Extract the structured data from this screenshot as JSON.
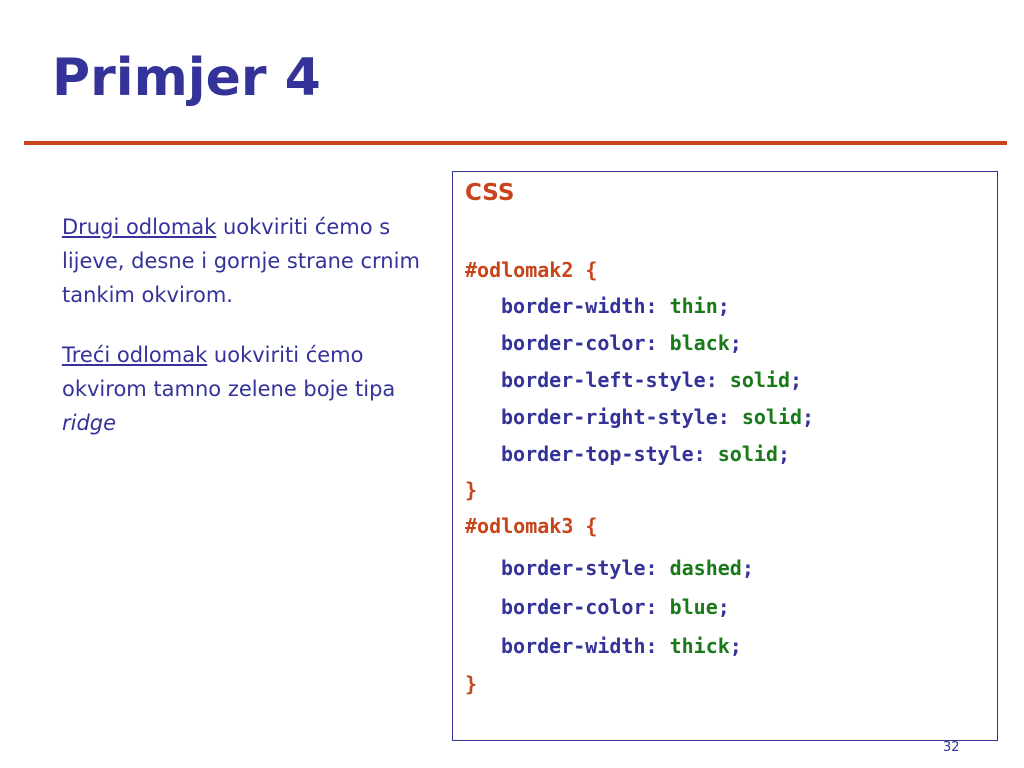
{
  "slide": {
    "title": "Primjer 4",
    "page_number": "32"
  },
  "left": {
    "p1": {
      "lead": "Drugi odlomak",
      "rest": " uokviriti ćemo s lijeve, desne i gornje strane crnim tankim okvirom."
    },
    "p2": {
      "lead": "Treći odlomak",
      "rest": " uokviriti ćemo okvirom tamno zelene boje tipa ",
      "em": "ridge"
    }
  },
  "code": {
    "heading": "CSS",
    "block1": {
      "selector": "#odlomak2 {",
      "rules": [
        {
          "prop": "border-width: ",
          "val": "thin",
          "end": ";"
        },
        {
          "prop": "border-color: ",
          "val": "black",
          "end": ";"
        },
        {
          "prop": "border-left-style: ",
          "val": "solid",
          "end": ";"
        },
        {
          "prop": "border-right-style: ",
          "val": "solid",
          "end": ";"
        },
        {
          "prop": "border-top-style: ",
          "val": "solid",
          "end": ";"
        }
      ],
      "close": "}"
    },
    "block2": {
      "selector": "#odlomak3 {",
      "rules": [
        {
          "prop": "border-style: ",
          "val": "dashed",
          "end": ";"
        },
        {
          "prop": "border-color: ",
          "val": "blue",
          "end": ";"
        },
        {
          "prop": "border-width: ",
          "val": "thick",
          "end": ";"
        }
      ],
      "close": "}"
    }
  },
  "colors": {
    "title": "#33339a",
    "accent": "#c8451b",
    "value": "#1a7a1a"
  }
}
